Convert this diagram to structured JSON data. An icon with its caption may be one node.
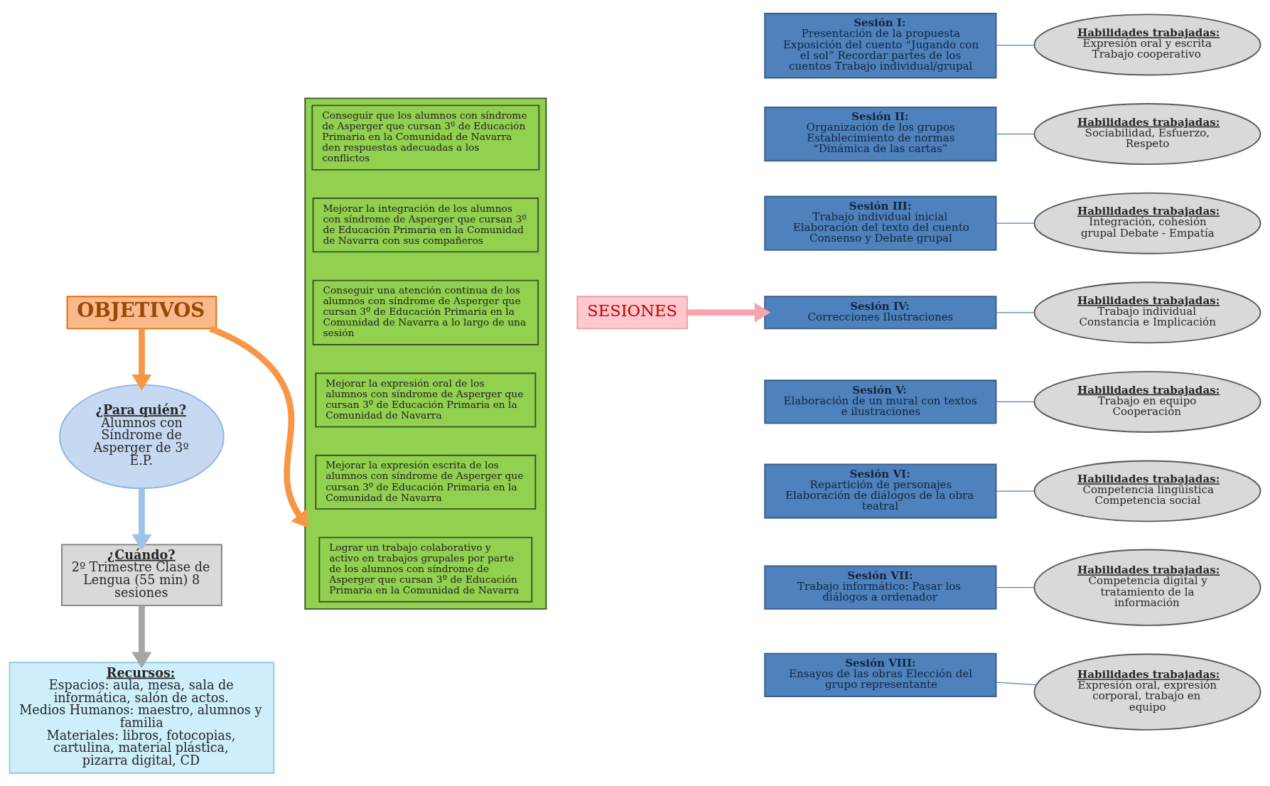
{
  "diagram": {
    "nodes": [
      {
        "text": [
          "OBJETIVOS"
        ]
      },
      {
        "text": [],
        "shape": "box"
      },
      {
        "text": [
          "Lograr un trabajo colaborativo y activo en trabajos grupales por parte de los alumnos con síndrome de Asperger que cursan 3º de Educación Primaria en la Comunidad de Navarra"
        ],
        "in": 1
      },
      {
        "text": [
          "Mejorar la expresión escrita de los alumnos con síndrome de Asperger que cursan 3º de Educación Primaria en la Comunidad de Navarra"
        ],
        "in": 1
      },
      {
        "text": [
          "Mejorar la expresión oral de los alumnos con síndrome de Asperger que cursan 3º de Educación Primaria en la Comunidad de Navarra"
        ],
        "in": 1
      },
      {
        "text": [
          "Conseguir una atención continua de los alumnos con síndrome de Asperger que cursan 3º de Educación Primaria en la Comunidad de Navarra a lo largo de una sesión"
        ],
        "in": 1
      },
      {
        "text": [
          "Mejorar la integración de los alumnos con síndrome de Asperger que cursan 3º de Educación Primaria en la Comunidad de Navarra con sus compañeros"
        ],
        "in": 1
      },
      {
        "text": [
          "Conseguir que los alumnos con síndrome de Asperger que cursan 3º de Educación Primaria en la Comunidad de Navarra den respuestas adecuadas a los conflictos"
        ],
        "in": 1
      },
      {
        "text": [
          "¿Para quién?",
          "Alumnos con Síndrome de Asperger de 3º E.P."
        ]
      },
      {
        "text": [
          "¿Cuándo?",
          "2º Trimestre Clase de Lengua (55 min) 8 sesiones"
        ]
      },
      {
        "text": [
          "Recursos:",
          "Espacios: aula, mesa, sala de informática, salón de actos.",
          "Medios Humanos: maestro, alumnos y familia",
          "Materiales: libros, fotocopias, cartulina, material plástica, pizarra digital, CD"
        ]
      },
      {
        "text": [
          "SESIONES"
        ]
      },
      {
        "text": [
          "Sesión I:",
          "Presentación de la propuesta Exposición del cuento “Jugando con el sol” Recordar partes de los cuentos Trabajo individual/grupal"
        ]
      },
      {
        "text": [
          "Sesión II:",
          "Organización de los grupos Establecimiento de normas “Dinámica de las cartas”"
        ]
      },
      {
        "text": [
          "Sesión III:",
          "Trabajo individual inicial Elaboración del texto del cuento Consenso y Debate grupal"
        ]
      },
      {
        "text": [
          "Sesión IV:",
          "Correcciones Ilustraciones"
        ]
      },
      {
        "text": [
          "Sesión V:",
          "Elaboración de un mural con textos e ilustraciones"
        ]
      },
      {
        "text": [
          "Sesión VI:",
          "Repartición de personajes Elaboración de diálogos de la obra teatral"
        ]
      },
      {
        "text": [
          "Sesión VII:",
          "Trabajo informático: Pasar los diálogos a ordenador"
        ]
      },
      {
        "text": [
          "Sesión VIII:",
          "Ensayos de las obras Elección del grupo representante"
        ]
      },
      {
        "text": [
          "Habilidades trabajadas:",
          "Expresión oral y escrita Trabajo cooperativo"
        ]
      },
      {
        "text": [
          "Habilidades trabajadas:",
          "Sociabilidad, Esfuerzo, Respeto"
        ]
      },
      {
        "text": [
          "Habilidades trabajadas:",
          "Integración, cohesión grupal Debate - Empatía"
        ]
      },
      {
        "text": [
          "Habilidades trabajadas:",
          "Trabajo individual Constancia e Implicación"
        ]
      },
      {
        "text": [
          "Habilidades trabajadas:",
          "Trabajo en equipo Cooperación"
        ]
      },
      {
        "text": [
          "Habilidades trabajadas:",
          "Competencia lingüística Competencia social"
        ]
      },
      {
        "text": [
          "Habilidades trabajadas:",
          "Competencia digital y tratamiento de la información"
        ]
      },
      {
        "text": [
          "Habilidades trabajadas:",
          "Expresión oral, expresión corporal, trabajo en equipo"
        ]
      }
    ],
    "edges": [
      {
        "from": 0,
        "to": 1,
        "arrow": "to",
        "style": "thick",
        "color": "#f79646"
      },
      {
        "from": 0,
        "to": 8,
        "arrow": "to",
        "style": "thick",
        "color": "#f79646"
      },
      {
        "from": 8,
        "to": 9,
        "arrow": "to",
        "style": "thick",
        "color": "#9dc3e6"
      },
      {
        "from": 9,
        "to": 10,
        "arrow": "to",
        "style": "thick",
        "color": "#a6a6a6"
      },
      {
        "from": 11,
        "to": 15,
        "arrow": "to",
        "style": "thick",
        "color": "#f4a6ae"
      },
      {
        "from": 12,
        "to": 20,
        "arrow": "none"
      },
      {
        "from": 13,
        "to": 21,
        "arrow": "none"
      },
      {
        "from": 14,
        "to": 22,
        "arrow": "none"
      },
      {
        "from": 15,
        "to": 23,
        "arrow": "none"
      },
      {
        "from": 16,
        "to": 24,
        "arrow": "none"
      },
      {
        "from": 17,
        "to": 25,
        "arrow": "none"
      },
      {
        "from": 18,
        "to": 26,
        "arrow": "none"
      },
      {
        "from": 19,
        "to": 27,
        "arrow": "none"
      }
    ]
  }
}
